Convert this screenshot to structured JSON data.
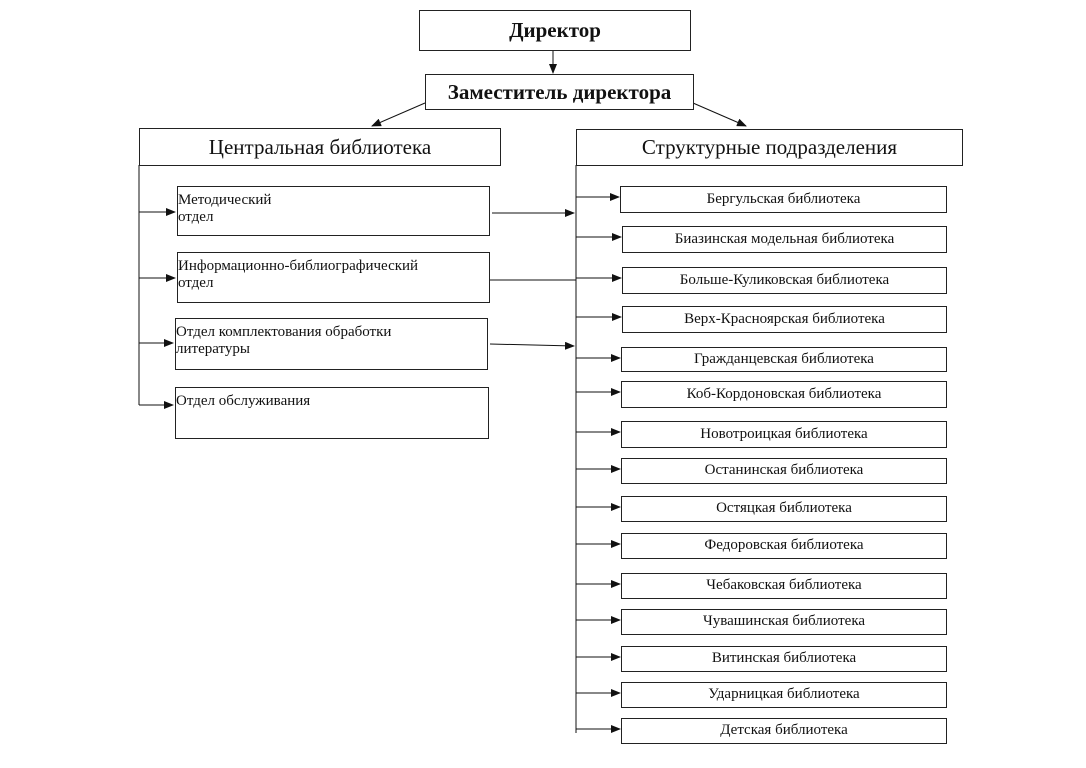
{
  "director": "Директор",
  "deputy": "Заместитель директора",
  "central_library": {
    "title": "Центральная библиотека",
    "departments": [
      [
        "Методический",
        "отдел"
      ],
      [
        "Информационно-библиографический",
        "отдел"
      ],
      [
        "Отдел комплектования обработки",
        "литературы"
      ],
      [
        "Отдел обслуживания"
      ]
    ]
  },
  "structural_units": {
    "title": "Структурные подразделения",
    "libraries": [
      "Бергульская библиотека",
      "Биазинская модельная библиотека",
      "Больше-Куликовская библиотека",
      "Верх-Красноярская библиотека",
      "Гражданцевская  библиотека",
      "Коб-Кордоновская библиотека",
      "Новотроицкая библиотека",
      "Останинская библиотека",
      "Остяцкая  библиотека",
      "Федоровская библиотека",
      "Чебаковская библиотека",
      "Чувашинская библиотека",
      "Витинская библиотека",
      "Ударницкая библиотека",
      "Детская  библиотека"
    ]
  }
}
